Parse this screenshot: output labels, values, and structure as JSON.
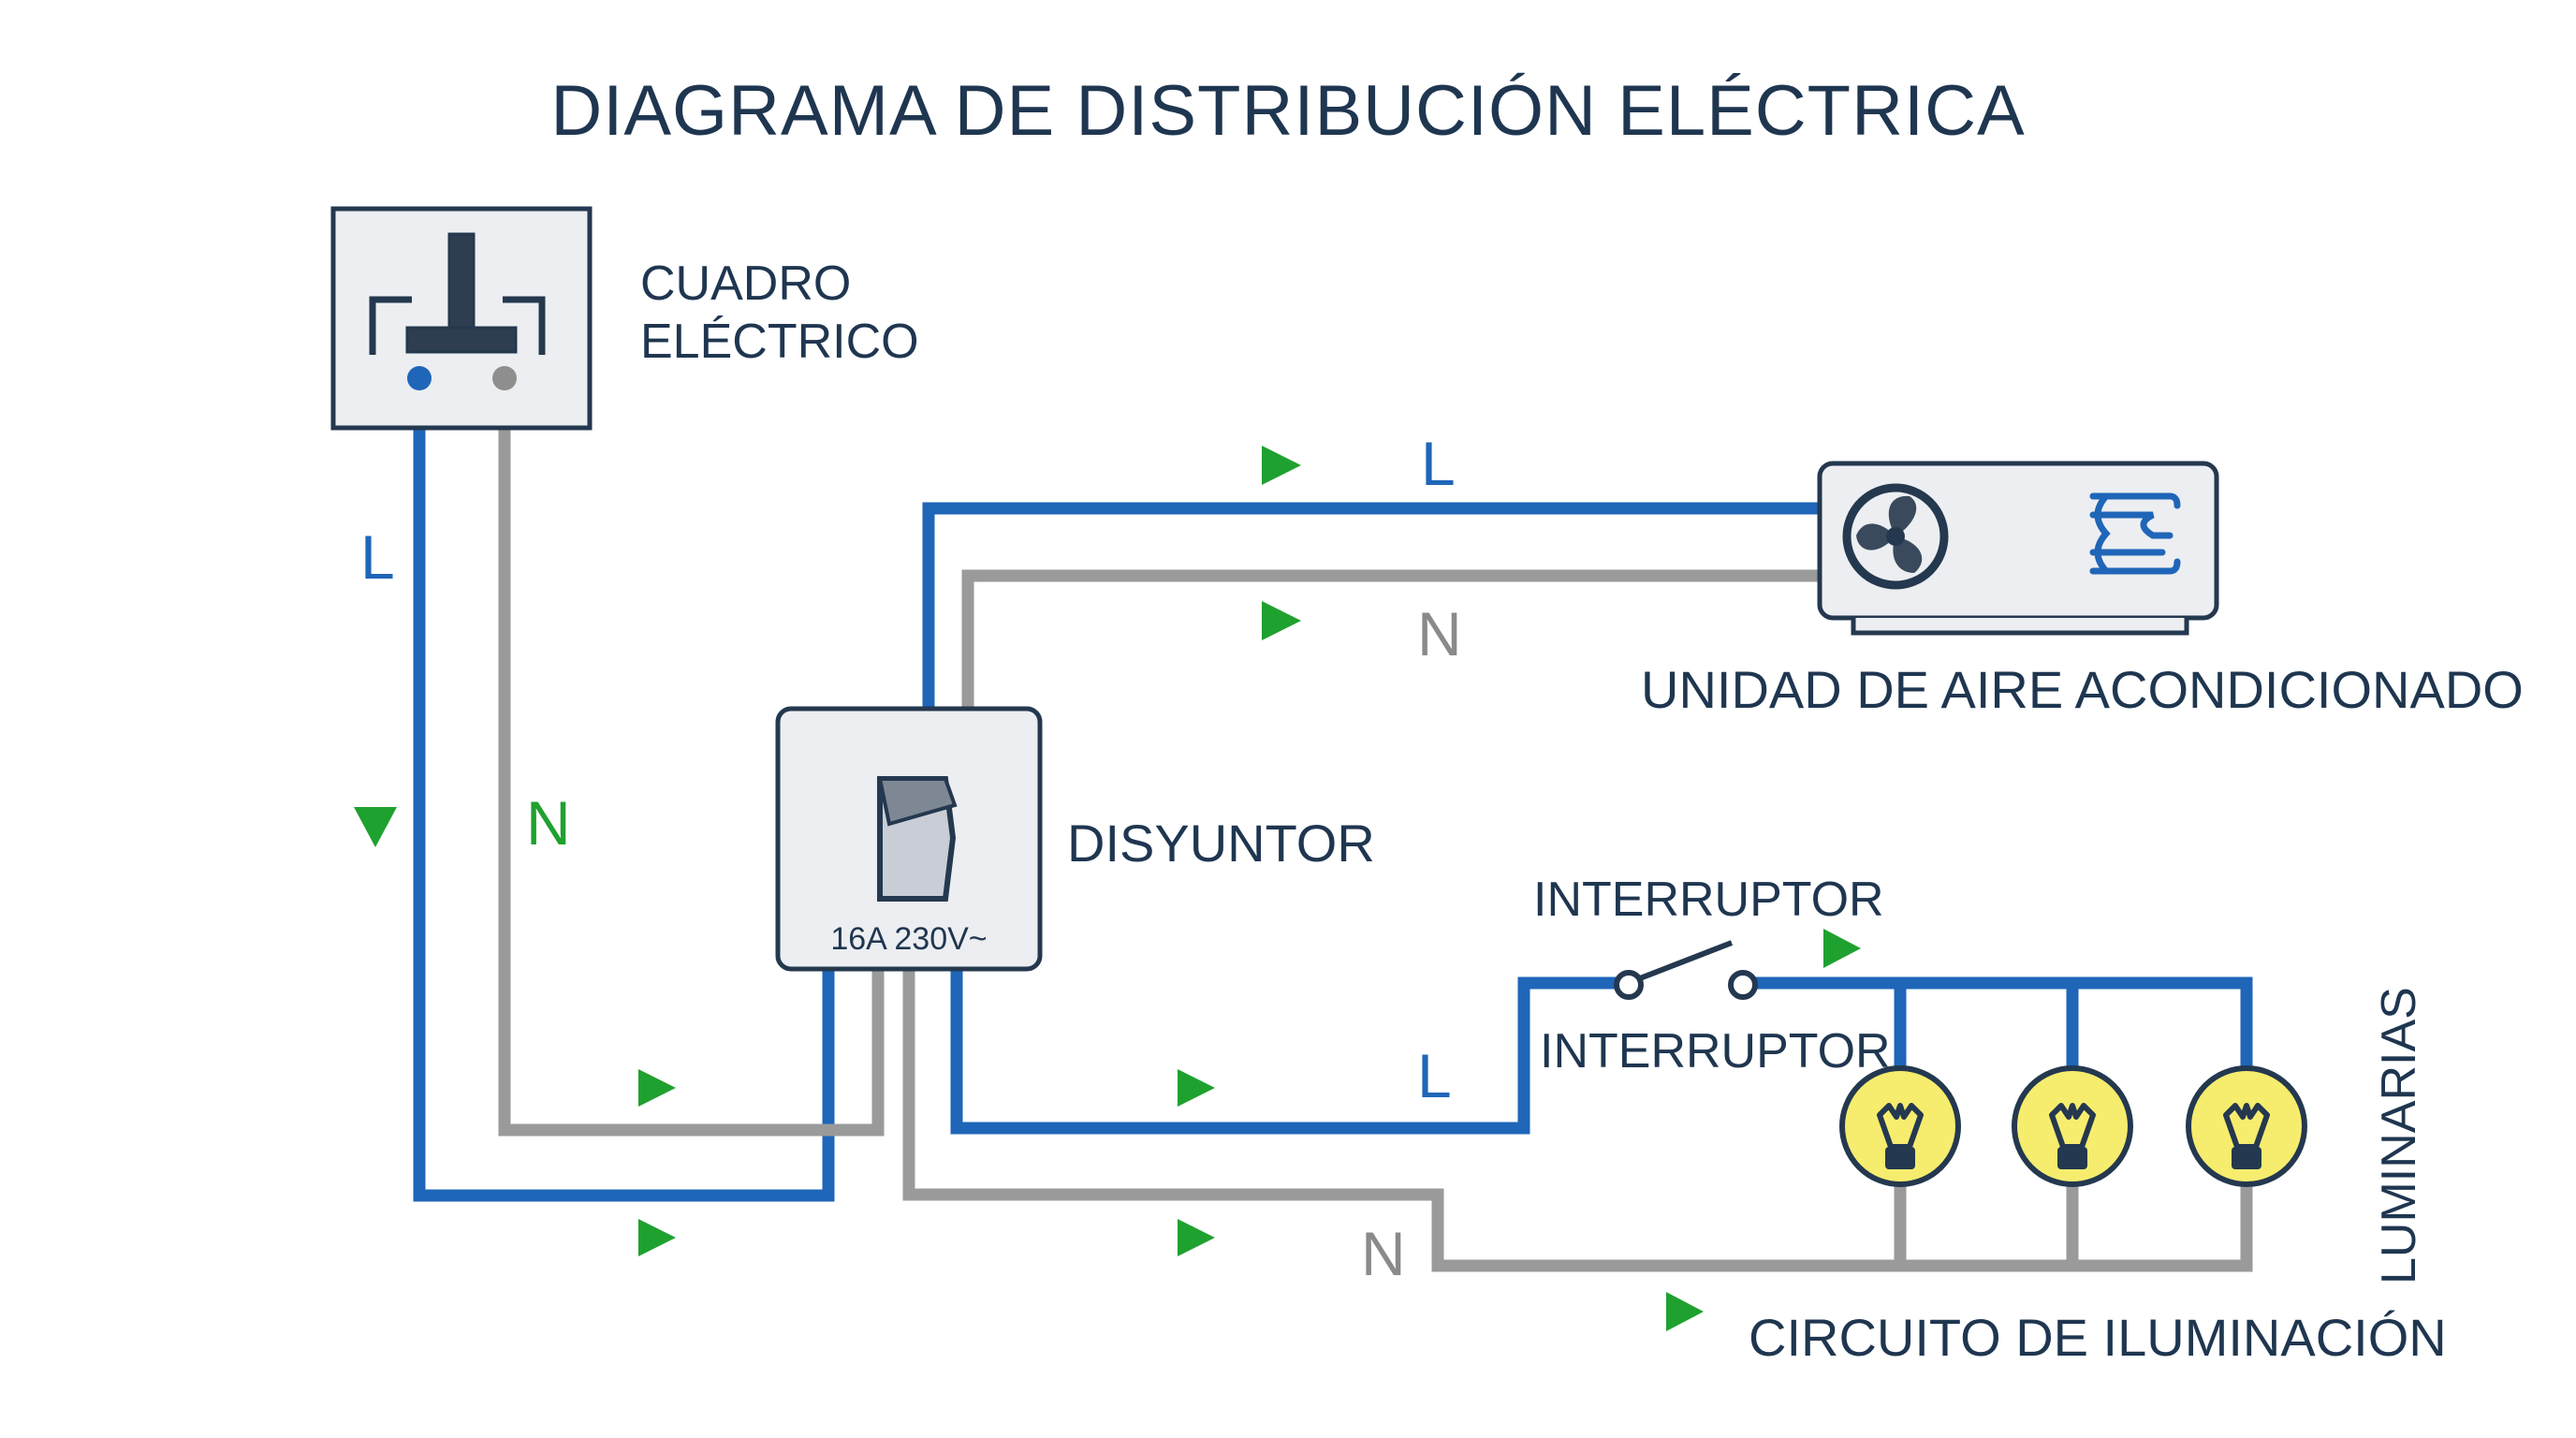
{
  "title": "DIAGRAMA DE DISTRIBUCIÓN ELÉCTRICA",
  "components": {
    "panel": {
      "label_line1": "CUADRO",
      "label_line2": "ELÉCTRICO"
    },
    "breaker": {
      "label": "DISYUNTOR",
      "rating": "16A 230V~"
    },
    "ac_unit": {
      "label": "UNIDAD DE AIRE ACONDICIONADO",
      "icons": [
        "fan-icon",
        "airflow-icon"
      ]
    },
    "switch": {
      "label_top": "INTERRUPTOR",
      "label_bottom": "INTERRUPTOR"
    },
    "luminaires": {
      "label": "LUMINARIAS",
      "count": 3,
      "icon": "light-bulb-icon"
    },
    "lighting_circuit": {
      "label": "CIRCUITO DE ILUMINACIÓN"
    }
  },
  "wire_labels": {
    "line": "L",
    "neutral": "N"
  },
  "colors": {
    "line_wire": "#1f66b8",
    "neutral_wire": "#9a9a9a",
    "flow_arrow": "#1fa12f",
    "text": "#1f3650",
    "bulb": "#f6ec6e"
  }
}
